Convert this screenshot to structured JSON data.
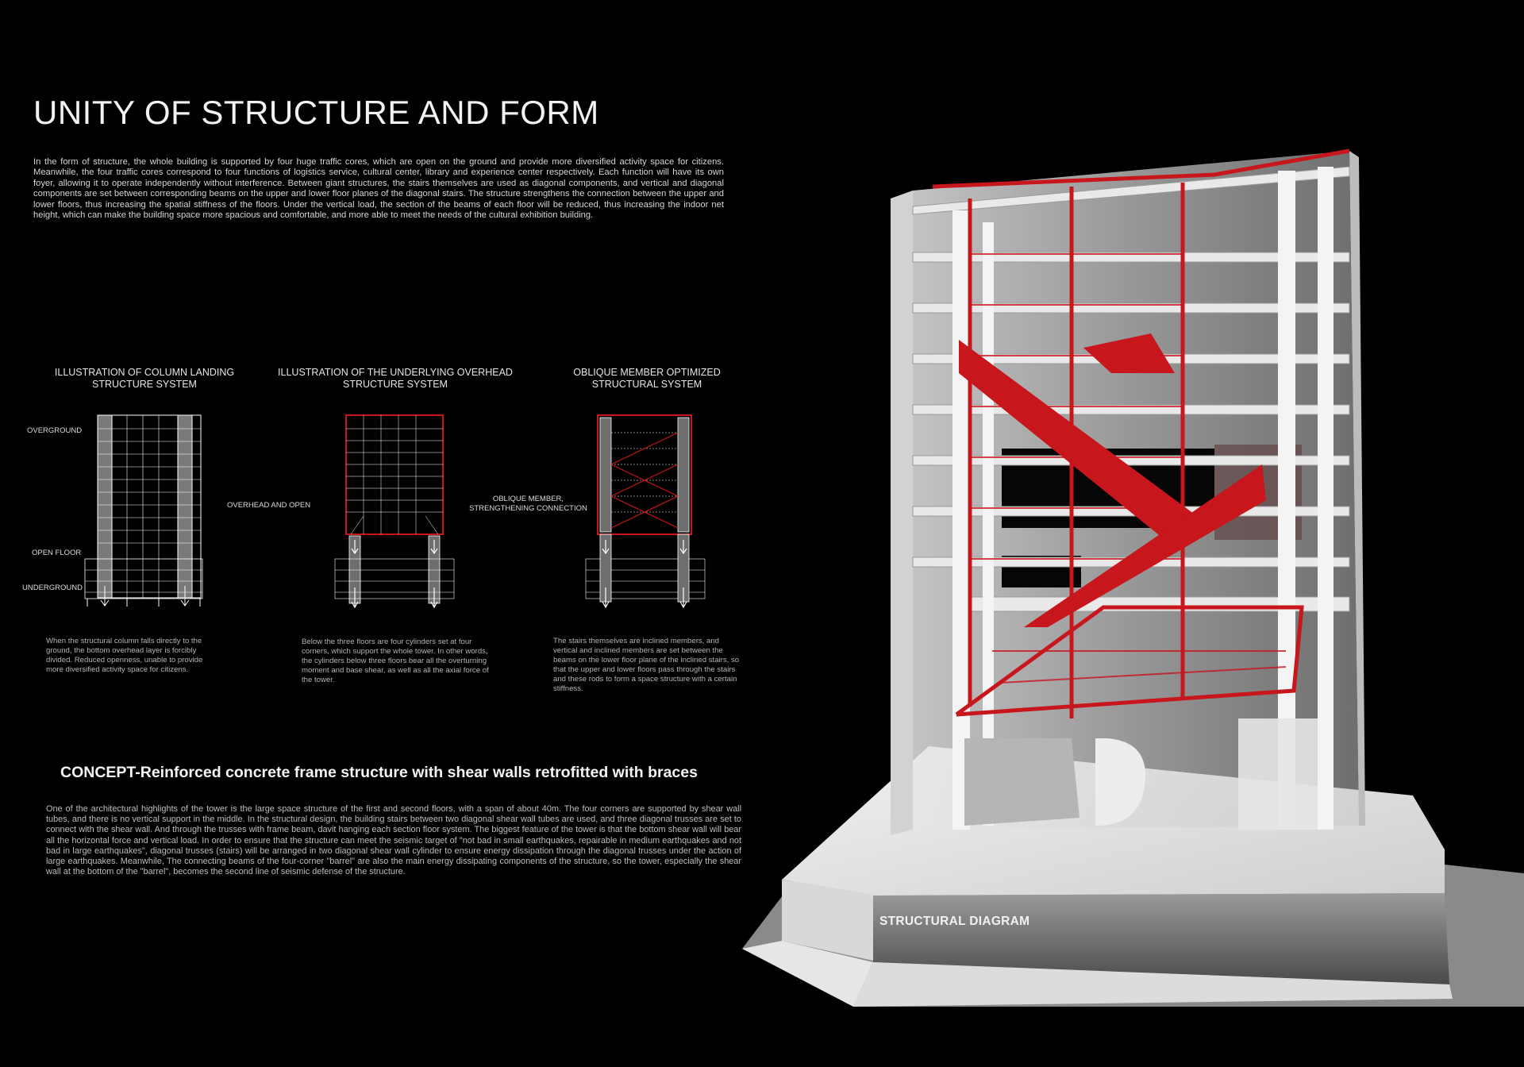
{
  "page": {
    "title": "UNITY OF STRUCTURE AND FORM",
    "intro": "In the form of structure, the whole building is supported by four huge traffic cores, which are open on the ground and provide more diversified activity space for citizens. Meanwhile, the four traffic cores correspond to four functions of logistics service, cultural center, library and experience center respectively. Each function will have its own foyer, allowing it to operate independently without interference. Between giant structures, the stairs themselves are used as diagonal components, and vertical and diagonal components are set between corresponding beams on the upper and lower floor planes of the diagonal stairs. The structure strengthens the connection between the upper and lower floors, thus increasing the spatial stiffness of the floors. Under the vertical load, the section of the beams of each floor will be reduced, thus increasing the indoor net height, which can make the building space more spacious and comfortable, and more able to meet the needs of the cultural exhibition building."
  },
  "panels": [
    {
      "title_line1": "ILLUSTRATION OF COLUMN LANDING",
      "title_line2": "STRUCTURE SYSTEM",
      "labels": [
        "OVERGROUND",
        "OPEN FLOOR",
        "UNDERGROUND"
      ],
      "caption": "When the structural column falls directly to the ground, the bottom overhead layer is forcibly divided. Reduced openness, unable to provide more diversified activity space for citizens."
    },
    {
      "title_line1": "ILLUSTRATION OF THE UNDERLYING OVERHEAD",
      "title_line2": "STRUCTURE SYSTEM",
      "side_label": "OVERHEAD AND OPEN",
      "caption": "Below the three floors are four cylinders set at four corners, which support the whole tower. In other words, the cylinders below three floors bear all the overturning moment and base shear, as well as all the axial force of the tower."
    },
    {
      "title_line1": "OBLIQUE MEMBER OPTIMIZED",
      "title_line2": "STRUCTURAL SYSTEM",
      "side_label_line1": "OBLIQUE MEMBER,",
      "side_label_line2": "STRENGTHENING CONNECTION",
      "caption": "The stairs themselves are inclined members, and vertical and inclined members are set between the beams on the lower floor plane of the inclined stairs, so that the upper and lower floors pass through the stairs and these rods to form a space structure with a certain stiffness."
    }
  ],
  "concept": {
    "heading": "CONCEPT-Reinforced concrete frame structure with shear walls retrofitted with braces",
    "body": "One of the architectural highlights of the tower is the large space structure of the first and second floors, with a span of about 40m. The four corners are supported by shear wall tubes, and there is no vertical support in the middle. In the structural design, the building stairs between two diagonal shear wall tubes are used, and three diagonal trusses are set to connect with the shear wall. And through the trusses with frame beam, davit hanging each section floor system. The biggest feature of the tower is that the bottom shear wall will bear all the horizontal force and vertical load. In order to ensure that the structure can meet the seismic target of \"not bad in small earthquakes, repairable in medium earthquakes and not bad in large earthquakes\", diagonal trusses (stairs) will be arranged in two diagonal shear wall cylinder to ensure energy dissipation through the diagonal trusses under the action of large earthquakes. Meanwhile, The connecting beams of the four-corner \"barrel\" are also the main energy dissipating components of the structure, so the tower, especially the shear wall at the bottom of the \"barrel\", becomes the second line of seismic defense of the structure."
  },
  "model": {
    "label": "STRUCTURAL DIAGRAM"
  },
  "colors": {
    "background": "#000000",
    "accent_red": "#c8161d",
    "line_white": "#ffffff"
  }
}
